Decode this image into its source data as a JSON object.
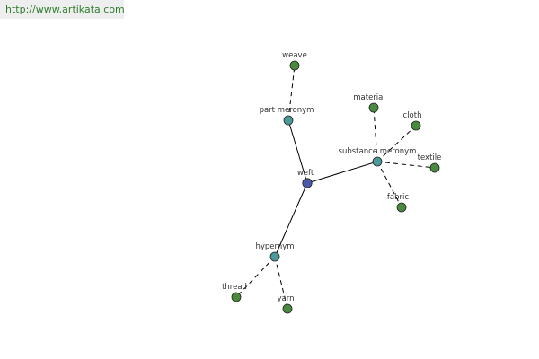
{
  "source": {
    "url_text": "http://www.artikata.com"
  },
  "colors": {
    "center": "#4a5aa8",
    "relation": "#4a9a9a",
    "leaf": "#4a8a3e"
  },
  "graph": {
    "nodes": [
      {
        "id": "weft",
        "label": "weft",
        "kind": "center"
      },
      {
        "id": "part-meronym",
        "label": "part meronym",
        "kind": "relation"
      },
      {
        "id": "substance-meronym",
        "label": "substance meronym",
        "kind": "relation"
      },
      {
        "id": "hypernym",
        "label": "hypernym",
        "kind": "relation"
      },
      {
        "id": "weave",
        "label": "weave",
        "kind": "leaf"
      },
      {
        "id": "material",
        "label": "material",
        "kind": "leaf"
      },
      {
        "id": "cloth",
        "label": "cloth",
        "kind": "leaf"
      },
      {
        "id": "textile",
        "label": "textile",
        "kind": "leaf"
      },
      {
        "id": "fabric",
        "label": "fabric",
        "kind": "leaf"
      },
      {
        "id": "thread",
        "label": "thread",
        "kind": "leaf"
      },
      {
        "id": "yarn",
        "label": "yarn",
        "kind": "leaf"
      }
    ],
    "edges": [
      {
        "from": "weft",
        "to": "part-meronym",
        "style": "solid"
      },
      {
        "from": "weft",
        "to": "substance-meronym",
        "style": "solid"
      },
      {
        "from": "weft",
        "to": "hypernym",
        "style": "solid"
      },
      {
        "from": "part-meronym",
        "to": "weave",
        "style": "dashed"
      },
      {
        "from": "substance-meronym",
        "to": "material",
        "style": "dashed"
      },
      {
        "from": "substance-meronym",
        "to": "cloth",
        "style": "dashed"
      },
      {
        "from": "substance-meronym",
        "to": "textile",
        "style": "dashed"
      },
      {
        "from": "substance-meronym",
        "to": "fabric",
        "style": "dashed"
      },
      {
        "from": "hypernym",
        "to": "thread",
        "style": "dashed"
      },
      {
        "from": "hypernym",
        "to": "yarn",
        "style": "dashed"
      }
    ]
  }
}
